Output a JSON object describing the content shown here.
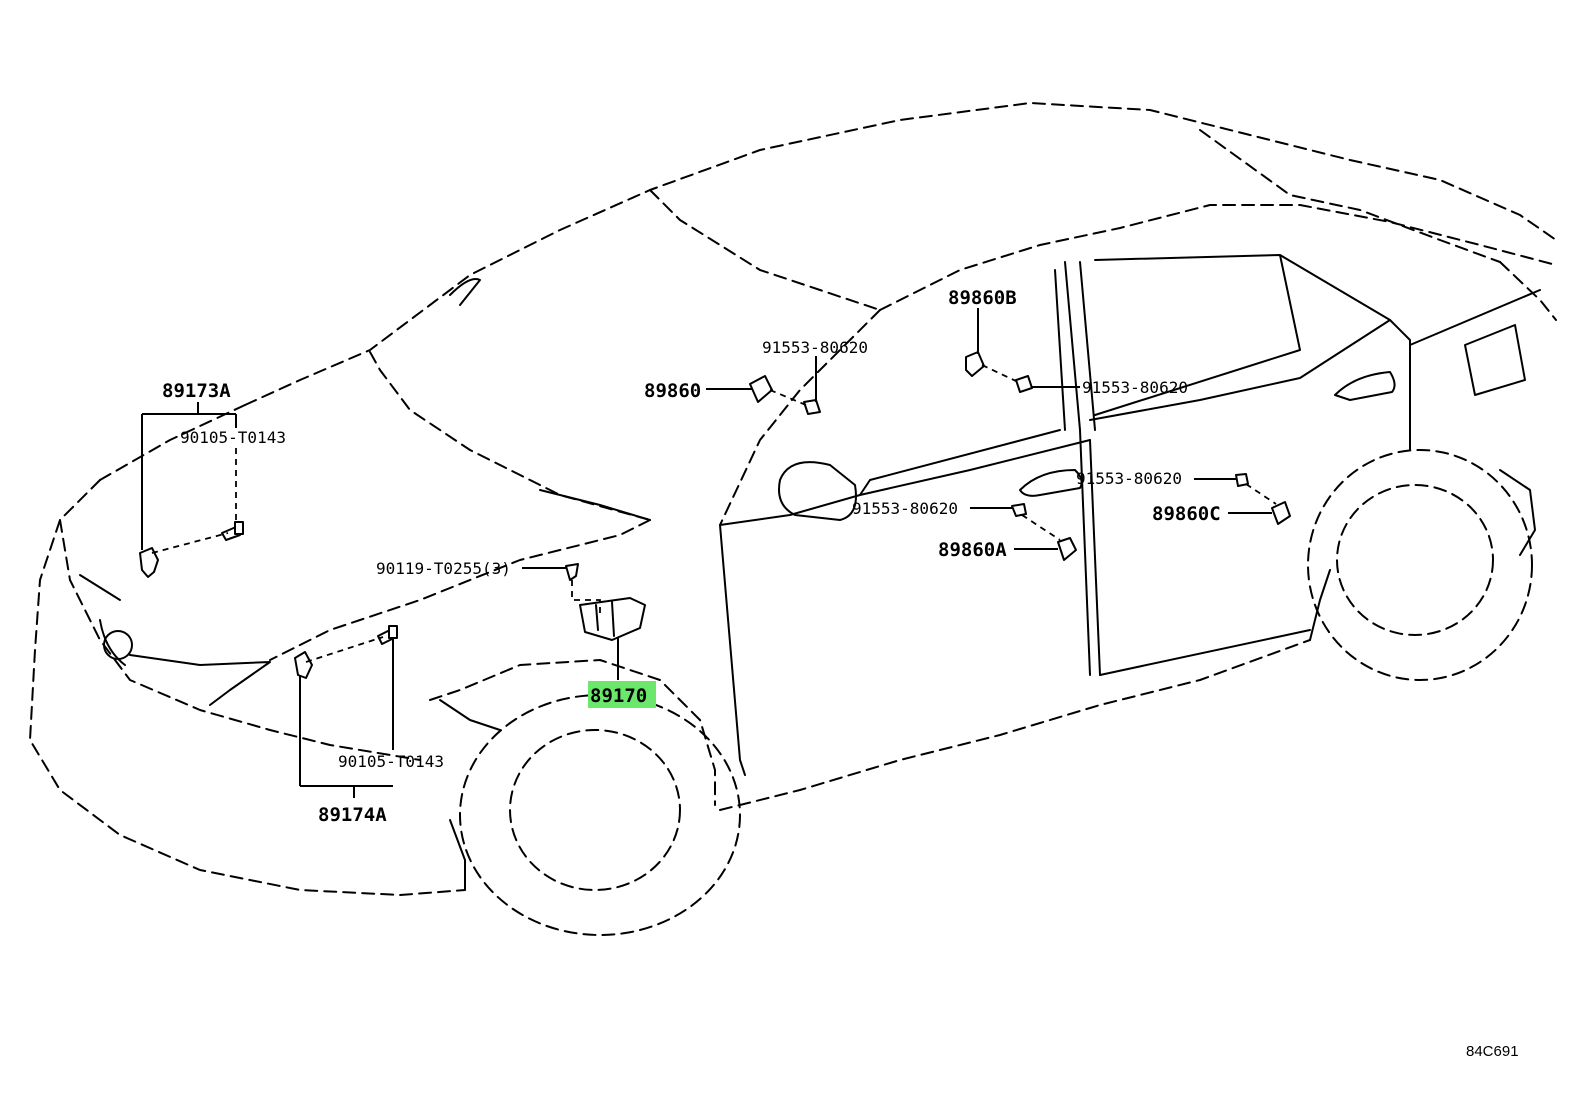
{
  "labels": {
    "p89173A": "89173A",
    "p90105_top": "90105-T0143",
    "p90119": "90119-T0255(3)",
    "p90105_bottom": "90105-T0143",
    "p89174A": "89174A",
    "p89170": "89170",
    "p89860": "89860",
    "p91553_a": "91553-80620",
    "p89860B": "89860B",
    "p91553_b": "91553-80620",
    "p91553_c": "91553-80620",
    "p91553_d": "91553-80620",
    "p89860A": "89860A",
    "p89860C": "89860C"
  },
  "highlighted_part": "89170",
  "diagram_ref": "84C691",
  "colors": {
    "highlight": "#6be86b",
    "line": "#000000",
    "background": "#ffffff"
  }
}
